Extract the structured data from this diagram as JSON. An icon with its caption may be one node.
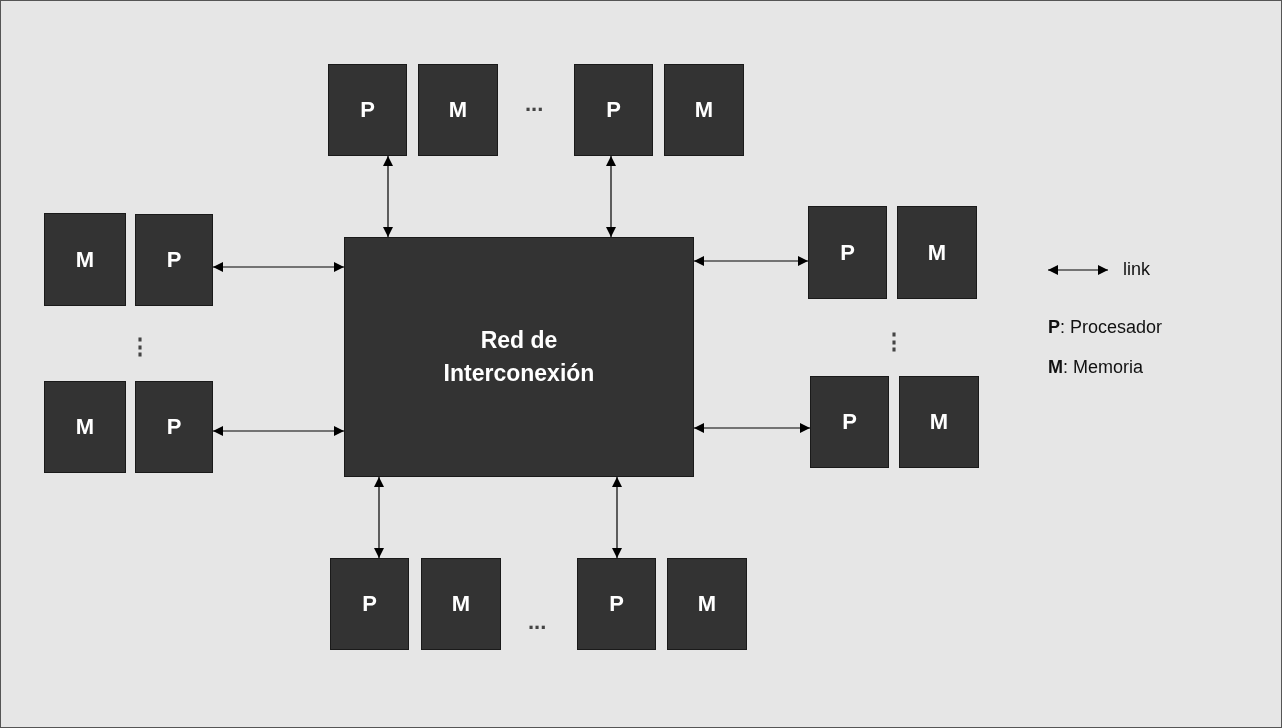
{
  "diagram": {
    "nodes": [
      {
        "text": [
          "P"
        ]
      },
      {
        "text": [
          "M"
        ]
      },
      {
        "text": [
          "P"
        ]
      },
      {
        "text": [
          "M"
        ]
      },
      {
        "text": [
          "M"
        ]
      },
      {
        "text": [
          "P"
        ]
      },
      {
        "text": [
          "P"
        ]
      },
      {
        "text": [
          "M"
        ]
      },
      {
        "text": [
          "Red de Interconexión"
        ]
      },
      {
        "text": [
          "M"
        ]
      },
      {
        "text": [
          "P"
        ]
      },
      {
        "text": [
          "P"
        ]
      },
      {
        "text": [
          "M"
        ]
      },
      {
        "text": [
          "P"
        ]
      },
      {
        "text": [
          "M"
        ]
      },
      {
        "text": [
          "P"
        ]
      },
      {
        "text": [
          "M"
        ]
      }
    ],
    "edges": [
      {
        "from": 0,
        "to": 8,
        "arrow": "both"
      },
      {
        "from": 2,
        "to": 8,
        "arrow": "both"
      },
      {
        "from": 5,
        "to": 8,
        "arrow": "both"
      },
      {
        "from": 6,
        "to": 8,
        "arrow": "both"
      },
      {
        "from": 10,
        "to": 8,
        "arrow": "both"
      },
      {
        "from": 11,
        "to": 8,
        "arrow": "both"
      },
      {
        "from": 13,
        "to": 8,
        "arrow": "both"
      },
      {
        "from": 15,
        "to": 8,
        "arrow": "both"
      }
    ],
    "labels": [
      "...",
      "⋮",
      "⋮",
      "**P**: Procesador",
      "**M**: Memoria",
      "..."
    ],
    "legend": [
      {
        "text": "link"
      }
    ]
  }
}
